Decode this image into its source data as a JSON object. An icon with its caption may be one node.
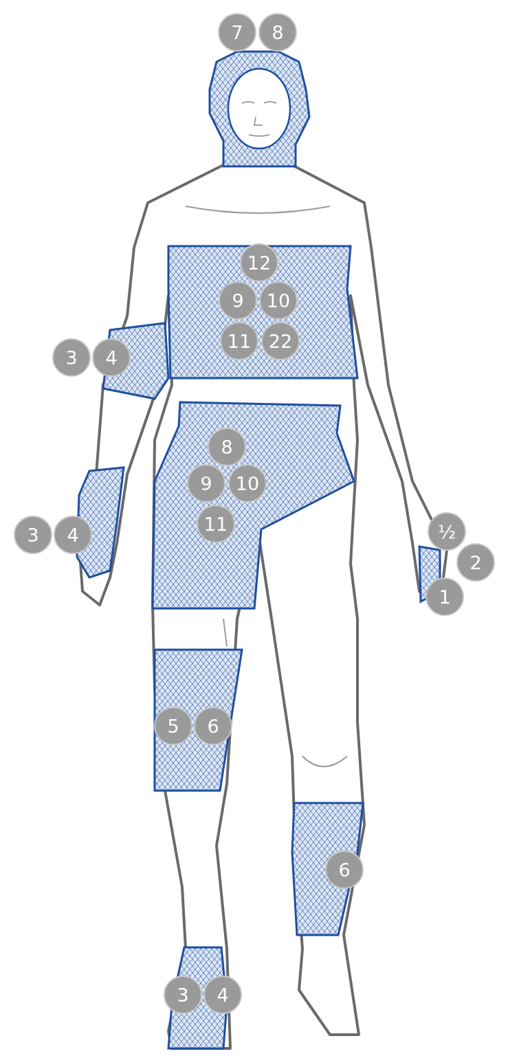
{
  "diagram": {
    "nodes": [
      {
        "text": [
          "7"
        ]
      },
      {
        "text": [
          "8"
        ]
      },
      {
        "text": [
          "12"
        ]
      },
      {
        "text": [
          "9"
        ]
      },
      {
        "text": [
          "10"
        ]
      },
      {
        "text": [
          "11"
        ]
      },
      {
        "text": [
          "22"
        ]
      },
      {
        "text": [
          "3"
        ]
      },
      {
        "text": [
          "4"
        ]
      },
      {
        "text": [
          "8"
        ]
      },
      {
        "text": [
          "9"
        ]
      },
      {
        "text": [
          "10"
        ]
      },
      {
        "text": [
          "11"
        ]
      },
      {
        "text": [
          "½"
        ]
      },
      {
        "text": [
          "3"
        ]
      },
      {
        "text": [
          "4"
        ]
      },
      {
        "text": [
          "2"
        ]
      },
      {
        "text": [
          "1"
        ]
      },
      {
        "text": [
          "5"
        ]
      },
      {
        "text": [
          "6"
        ]
      },
      {
        "text": [
          "6"
        ]
      },
      {
        "text": [
          "3"
        ]
      },
      {
        "text": [
          "4"
        ]
      }
    ]
  }
}
